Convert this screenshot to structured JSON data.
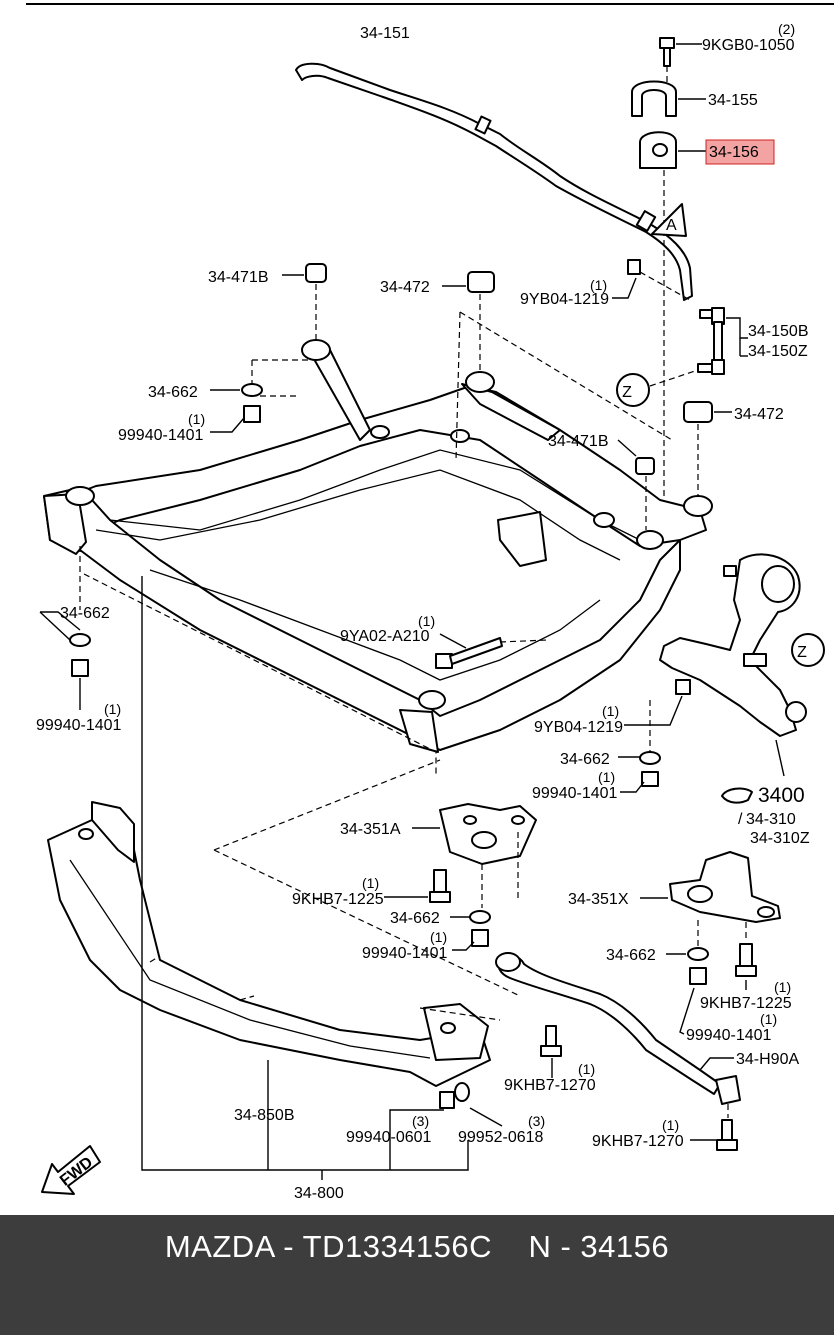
{
  "labels": {
    "stabilizer_bar": "34-151",
    "bolt_top": "9KGB0-1050",
    "bolt_top_qty": "(2)",
    "bracket": "34-155",
    "bushing": "34-156",
    "nut_link_top": "9YB04-1219",
    "nut_link_top_qty": "(1)",
    "link_b": "34-150B",
    "link_z": "34-150Z",
    "cushion_upper_left": "34-471B",
    "cushion_upper_mid": "34-472",
    "cushion_right": "34-472",
    "cushion_lower_mid": "34-471B",
    "washer_upper_left": "34-662",
    "nut_upper_left": "99940-1401",
    "nut_upper_left_qty": "(1)",
    "washer_left": "34-662",
    "nut_left": "99940-1401",
    "nut_left_qty": "(1)",
    "bolt_frame": "9YA02-A210",
    "bolt_frame_qty": "(1)",
    "nut_arm": "9YB04-1219",
    "nut_arm_qty": "(1)",
    "washer_mid": "34-662",
    "nut_mid": "99940-1401",
    "nut_mid_qty": "(1)",
    "knuckle_arm": "3400",
    "arm_right": "34-310",
    "arm_left": "34-310Z",
    "bracket_a": "34-351A",
    "bolt_bracket_a": "9KHB7-1225",
    "bolt_bracket_a_qty": "(1)",
    "washer_bracket_a": "34-662",
    "nut_bracket_a": "99940-1401",
    "nut_bracket_a_qty": "(1)",
    "bracket_x": "34-351X",
    "washer_bracket_x": "34-662",
    "bolt_bracket_x": "9KHB7-1225",
    "bolt_bracket_x_qty": "(1)",
    "nut_bracket_x": "99940-1401",
    "nut_bracket_x_qty": "(1)",
    "rod": "34-H90A",
    "bolt_rod_mid": "9KHB7-1270",
    "bolt_rod_mid_qty": "(1)",
    "bolt_rod_end": "9KHB7-1270",
    "bolt_rod_end_qty": "(1)",
    "member": "34-850B",
    "nut_member": "99940-0601",
    "nut_member_qty": "(3)",
    "washer_member": "99952-0618",
    "washer_member_qty": "(3)",
    "crossmember": "34-800",
    "ref_z": "Z",
    "ref_a": "A",
    "fwd": "FWD"
  },
  "highlight_color": "#f4a3a3",
  "footer": {
    "text": "MAZDA - TD1334156C    N - 34156"
  }
}
